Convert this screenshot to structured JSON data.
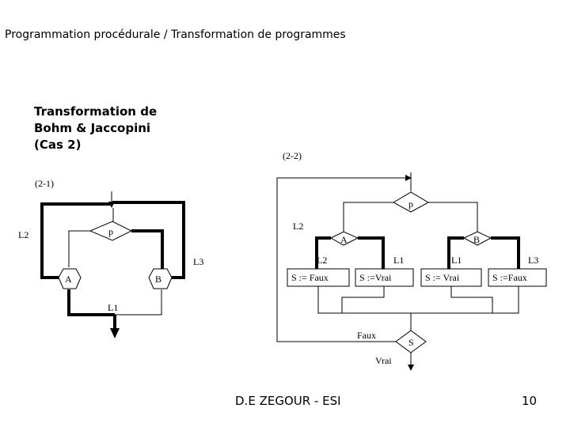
{
  "header": {
    "text": "Programmation procédurale / Transformation de programmes"
  },
  "title": {
    "lines": [
      "Transformation de",
      "Bohm & Jaccopini",
      "(Cas 2)"
    ]
  },
  "diagram_left": {
    "caption": "(2-1)",
    "p": "p",
    "a": "A",
    "b": "B",
    "l1": "L1",
    "l2": "L2",
    "l3": "L3"
  },
  "diagram_right": {
    "caption": "(2-2)",
    "p": "p",
    "a": "A",
    "b": "B",
    "l1_left": "L1",
    "l1_right": "L1",
    "l2_top": "L2",
    "l2_mid": "L2",
    "l3": "L3",
    "box1": "S := Faux",
    "box2": "S :=Vrai",
    "box3": "S := Vrai",
    "box4": "S :=Faux",
    "s": "S",
    "faux": "Faux",
    "vrai": "Vrai"
  },
  "footer": {
    "author": "D.E ZEGOUR - ESI",
    "page": "10"
  }
}
